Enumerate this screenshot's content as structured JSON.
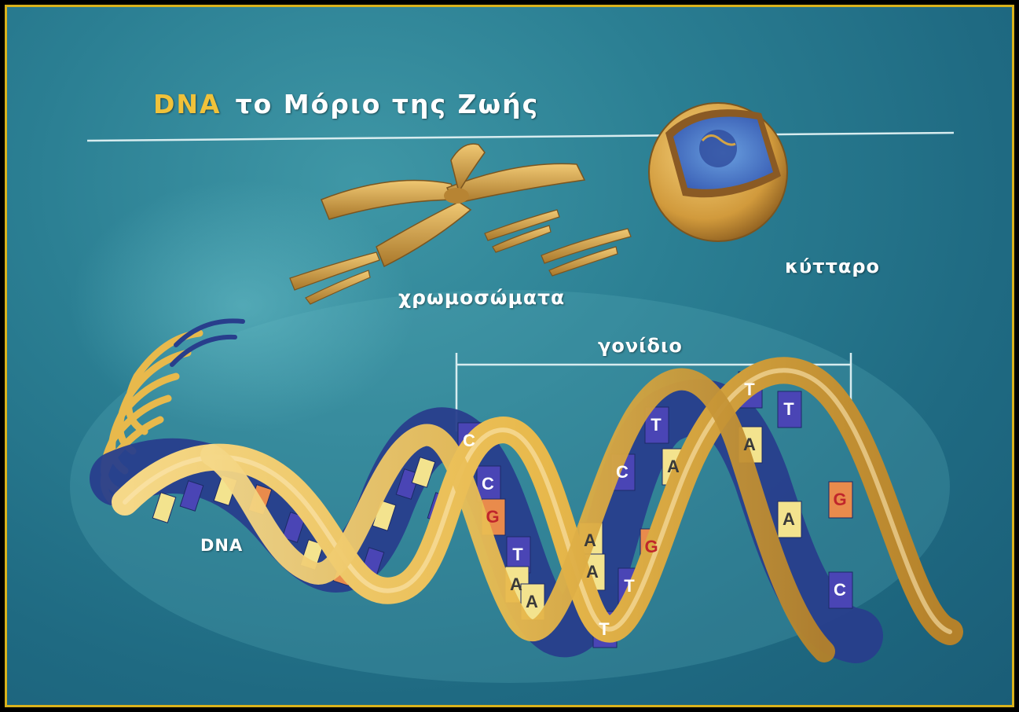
{
  "title": {
    "highlight": "DNA",
    "rest": "το Μόριο της Ζωής"
  },
  "labels": {
    "chromosomes": "χρωμοσώματα",
    "cell": "κύτταρο",
    "gene": "γονίδιο",
    "dna": "DNA"
  },
  "bases": [
    {
      "letter": "C",
      "color": "#ffffff"
    },
    {
      "letter": "C",
      "color": "#ffffff"
    },
    {
      "letter": "G",
      "color": "#c0262b"
    },
    {
      "letter": "T",
      "color": "#ffffff"
    },
    {
      "letter": "A",
      "color": "#3a3a3a"
    },
    {
      "letter": "A",
      "color": "#3a3a3a"
    },
    {
      "letter": "A",
      "color": "#3a3a3a"
    },
    {
      "letter": "A",
      "color": "#3a3a3a"
    },
    {
      "letter": "T",
      "color": "#ffffff"
    },
    {
      "letter": "T",
      "color": "#ffffff"
    },
    {
      "letter": "C",
      "color": "#ffffff"
    },
    {
      "letter": "G",
      "color": "#c0262b"
    },
    {
      "letter": "T",
      "color": "#ffffff"
    },
    {
      "letter": "A",
      "color": "#3a3a3a"
    },
    {
      "letter": "T",
      "color": "#ffffff"
    },
    {
      "letter": "A",
      "color": "#3a3a3a"
    },
    {
      "letter": "T",
      "color": "#ffffff"
    },
    {
      "letter": "A",
      "color": "#3a3a3a"
    },
    {
      "letter": "G",
      "color": "#c0262b"
    },
    {
      "letter": "C",
      "color": "#ffffff"
    }
  ],
  "colors": {
    "background": "#2b7f93",
    "border": "#d9b21c",
    "ribbon": "#e8b94c",
    "chromosome": "#d4a545",
    "strand": "#283e8c",
    "base_purple": "#4a45b5",
    "base_cream": "#f3e38e",
    "base_orange": "#e98b4c"
  }
}
